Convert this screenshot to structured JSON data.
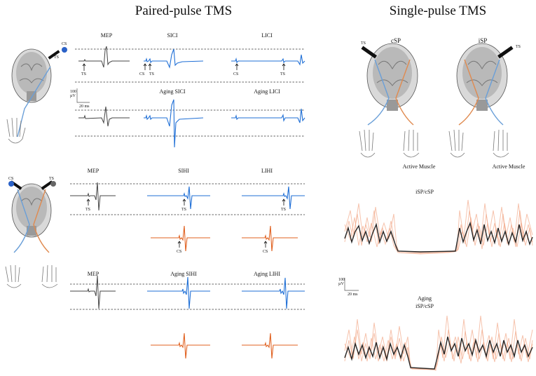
{
  "titles": {
    "paired": "Paired-pulse TMS",
    "single": "Single-pulse TMS"
  },
  "labels": {
    "cs": "CS",
    "ts": "TS",
    "mep": "MEP",
    "sici": "SICI",
    "lici": "LICI",
    "aging_sici": "Aging SICI",
    "aging_lici": "Aging LICI",
    "sihi": "SIHI",
    "lihi": "LIHI",
    "aging_sihi": "Aging SIHI",
    "aging_lihi": "Aging LIHI",
    "csp": "cSP",
    "isp": "iSP",
    "active_muscle": "Active Muscle",
    "isp_csp": "iSP/cSP",
    "aging": "Aging",
    "scale_uv_value": "100",
    "scale_uv_unit": "µV",
    "scale_ms": "20 ms"
  },
  "colors": {
    "grey": "#444444",
    "blue": "#1f6fd6",
    "orange": "#e0601f",
    "faint_orange": "#f2a98a",
    "dark": "#262626"
  }
}
